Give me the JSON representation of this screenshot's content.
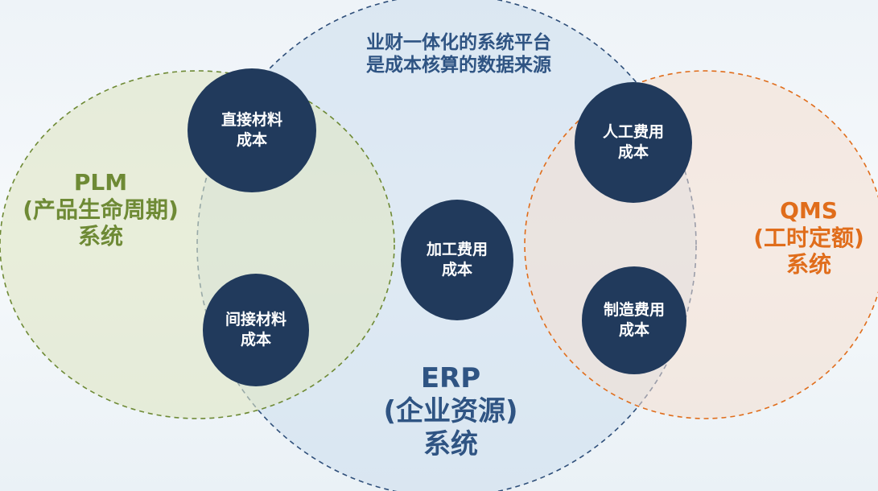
{
  "colors": {
    "plm": "#6e8a35",
    "erp": "#2f5483",
    "qms": "#e06d1b",
    "node": "#213a5c"
  },
  "caption": {
    "line1": "业财一体化的系统平台",
    "line2": "是成本核算的数据来源"
  },
  "systems": {
    "plm": {
      "name": "PLM",
      "desc": "(产品生命周期)",
      "suffix": "系统"
    },
    "erp": {
      "name": "ERP",
      "desc": "(企业资源)",
      "suffix": "系统"
    },
    "qms": {
      "name": "QMS",
      "desc": "(工时定额)",
      "suffix": "系统"
    }
  },
  "nodes": {
    "direct_material": {
      "line1": "直接材料",
      "line2": "成本"
    },
    "indirect_material": {
      "line1": "间接材料",
      "line2": "成本"
    },
    "processing": {
      "line1": "加工费用",
      "line2": "成本"
    },
    "labor": {
      "line1": "人工费用",
      "line2": "成本"
    },
    "manufacturing": {
      "line1": "制造费用",
      "line2": "成本"
    }
  }
}
